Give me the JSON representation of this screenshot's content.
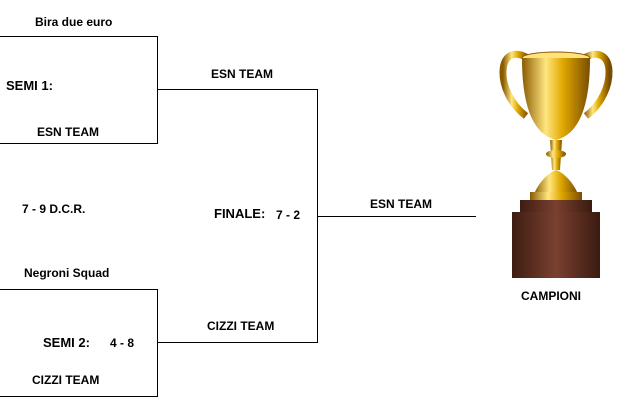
{
  "semi1": {
    "label": "SEMI 1:",
    "team_top": "Bira due euro",
    "team_bottom": "ESN TEAM",
    "winner": "ESN TEAM",
    "score": "7 - 9 D.C.R."
  },
  "semi2": {
    "label": "SEMI 2:",
    "team_top": "Negroni Squad",
    "team_bottom": "CIZZI TEAM",
    "winner": "CIZZI TEAM",
    "score": "4 - 8"
  },
  "final": {
    "label": "FINALE:",
    "score": "7 - 2",
    "winner": "ESN TEAM"
  },
  "trophy": {
    "caption": "CAMPIONI",
    "icon": "trophy-icon"
  },
  "colors": {
    "line": "#000000",
    "gold": "#d4a017",
    "base": "#6b3a2a"
  }
}
